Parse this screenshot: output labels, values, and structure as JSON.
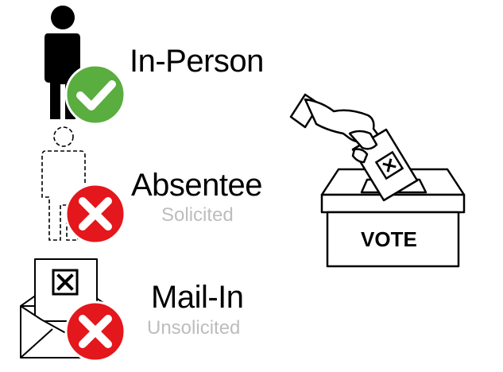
{
  "rows": [
    {
      "title": "In-Person",
      "subtitle": "",
      "status": "allowed",
      "status_icon": "green-checkmark-icon",
      "figure_icon": "person-solid-icon"
    },
    {
      "title": "Absentee",
      "subtitle": "Solicited",
      "status": "not-allowed",
      "status_icon": "red-x-icon",
      "figure_icon": "person-dashed-outline-icon"
    },
    {
      "title": "Mail-In",
      "subtitle": "Unsolicited",
      "status": "not-allowed",
      "status_icon": "red-x-icon",
      "figure_icon": "envelope-ballot-icon"
    }
  ],
  "ballot_box": {
    "label": "VOTE",
    "icon": "hand-casting-ballot-icon"
  },
  "colors": {
    "check_green": "#5aad3f",
    "x_red": "#e3171c",
    "subtitle_gray": "#bdbdbd",
    "ink": "#000000"
  }
}
